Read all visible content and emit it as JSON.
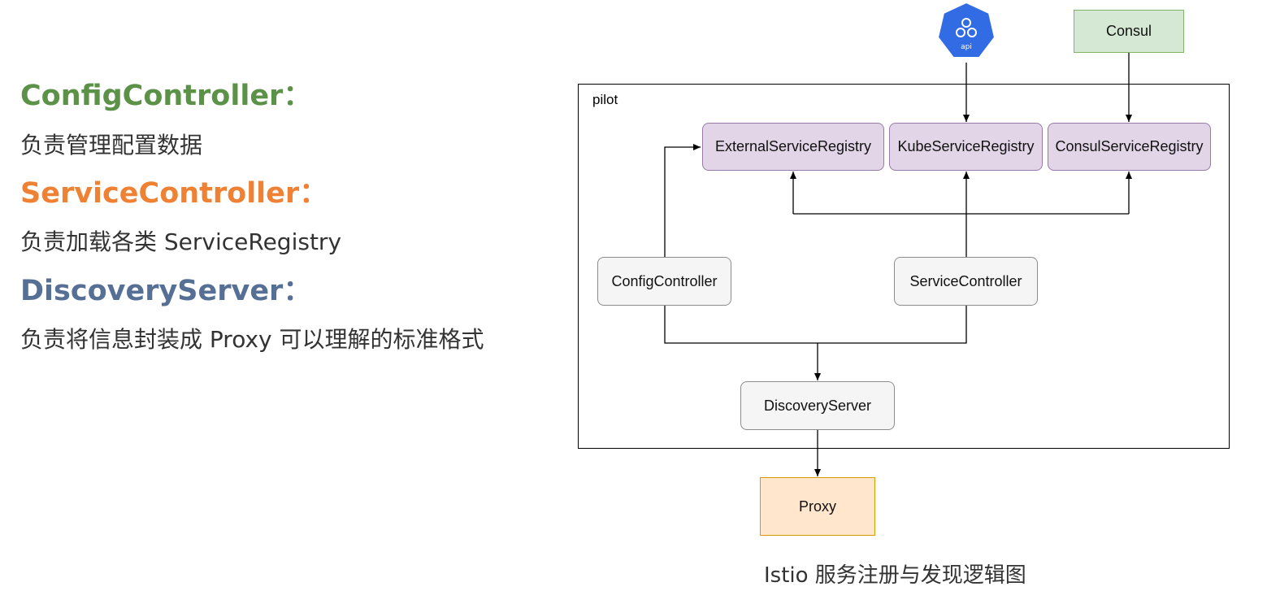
{
  "left_panel": {
    "items": [
      {
        "heading": "ConfigController：",
        "color": "#5b9248",
        "description": "负责管理配置数据"
      },
      {
        "heading": "ServiceController：",
        "color": "#ee8133",
        "description": "负责加载各类 ServiceRegistry"
      },
      {
        "heading": "DiscoveryServer：",
        "color": "#566f95",
        "description": "负责将信息封装成 Proxy 可以理解的标准格式"
      }
    ]
  },
  "diagram": {
    "pilot_label": "pilot",
    "kubernetes_icon_text": "api",
    "nodes": {
      "consul": "Consul",
      "external_registry": "ExternalServiceRegistry",
      "kube_registry": "KubeServiceRegistry",
      "consul_registry": "ConsulServiceRegistry",
      "config_controller": "ConfigController",
      "service_controller": "ServiceController",
      "discovery_server": "DiscoveryServer",
      "proxy": "Proxy"
    },
    "colors": {
      "kubernetes_blue": "#326ce5",
      "registry_fill": "#e2d5e8",
      "consul_fill": "#d5e8d4",
      "proxy_fill": "#ffe6cc",
      "controller_fill": "#f5f5f5"
    }
  },
  "caption": "Istio 服务注册与发现逻辑图"
}
